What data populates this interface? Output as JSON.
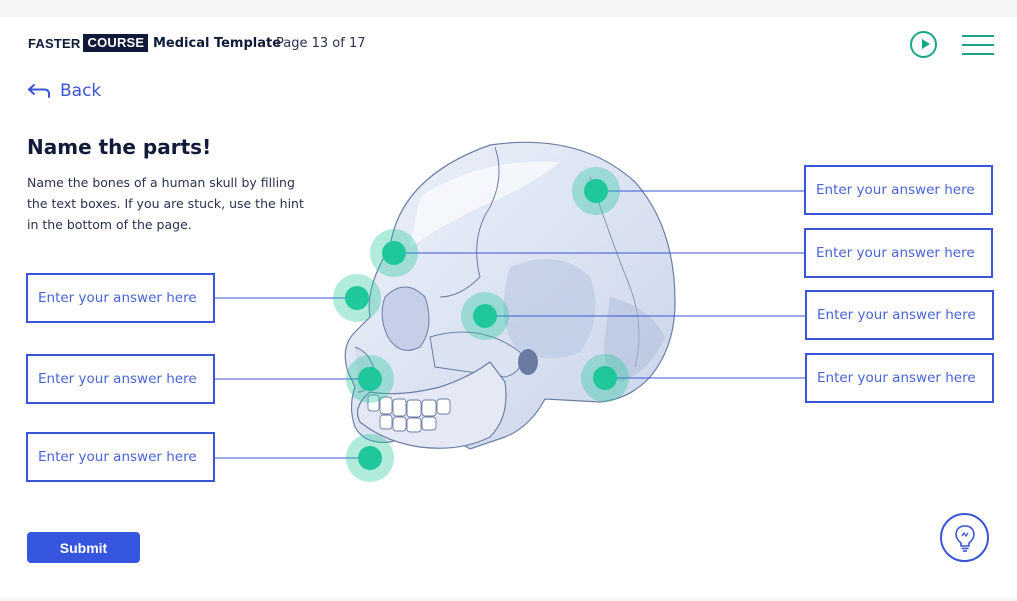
{
  "header": {
    "logo_part1": "FASTER",
    "logo_part2": "COURSE",
    "course_title": "Medical Template",
    "page_indicator": "Page 13 of 17",
    "play_icon": "play-circle-icon",
    "menu_icon": "hamburger-menu-icon"
  },
  "nav": {
    "back_label": "Back",
    "back_icon": "back-arrow-icon"
  },
  "content": {
    "title": "Name the parts!",
    "instructions": "Name the bones of a human skull by filling the text boxes. If you are stuck, use the hint in the bottom of the page."
  },
  "answers": {
    "placeholder": "Enter your answer here",
    "left": [
      {
        "value": ""
      },
      {
        "value": ""
      },
      {
        "value": ""
      }
    ],
    "right": [
      {
        "value": ""
      },
      {
        "value": ""
      },
      {
        "value": ""
      },
      {
        "value": ""
      }
    ]
  },
  "submit_label": "Submit",
  "hint_icon": "lightbulb-icon",
  "colors": {
    "accent_blue": "#3a55d6",
    "marker_green": "#1fc79b",
    "icon_teal": "#1aa58a"
  }
}
